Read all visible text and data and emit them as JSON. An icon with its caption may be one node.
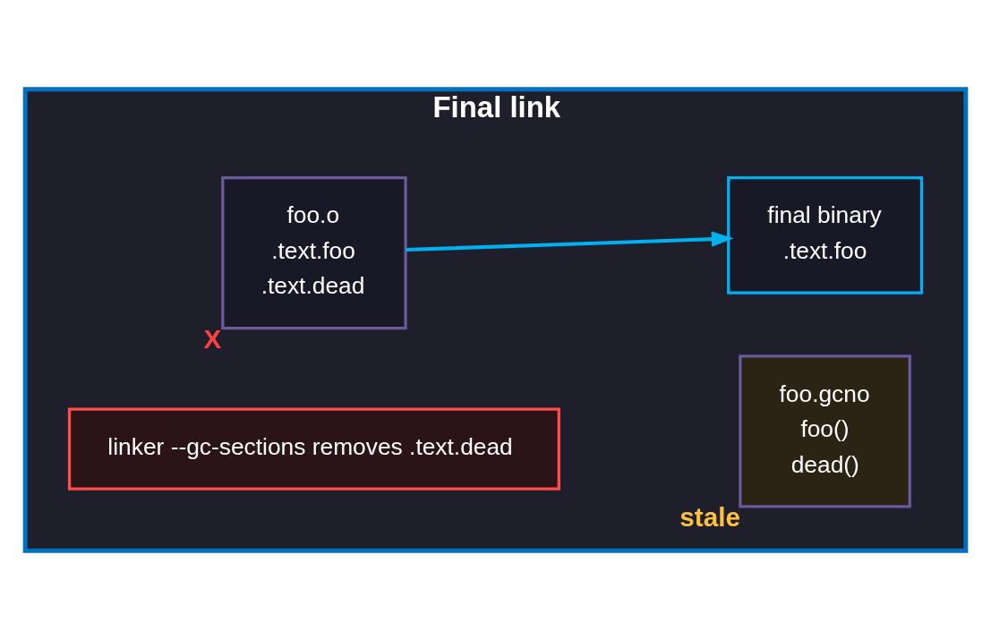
{
  "diagram": {
    "nodes": [
      {
        "text": [
          "Final link"
        ]
      },
      {
        "text": [
          "foo.o",
          ".text.foo",
          ".text.dead"
        ],
        "in": 0,
        "beside": [
          "X"
        ]
      },
      {
        "text": [
          "final binary",
          ".text.foo"
        ],
        "in": 0
      },
      {
        "text": [
          "linker --gc-sections removes .text.dead"
        ],
        "in": 0
      },
      {
        "text": [
          "foo.gcno",
          "foo()",
          "dead()"
        ],
        "in": 0,
        "beside": [
          "stale"
        ]
      }
    ],
    "edges": [
      {
        "from": 1,
        "to": 2,
        "arrow": "to",
        "color": "#00b0f0"
      }
    ]
  }
}
